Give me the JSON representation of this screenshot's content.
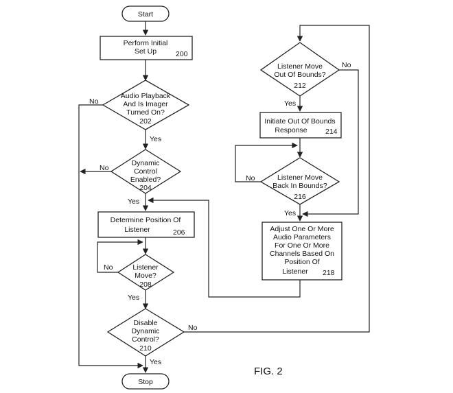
{
  "nodes": {
    "start": {
      "lines": [
        "Start"
      ]
    },
    "n200": {
      "lines": [
        "Perform Initial",
        "Set Up"
      ],
      "ref": "200"
    },
    "n202": {
      "lines": [
        "Audio Playback",
        "And Is Imager",
        "Turned On?"
      ],
      "ref": "202"
    },
    "n204": {
      "lines": [
        "Dynamic",
        "Control",
        "Enabled?"
      ],
      "ref": "204"
    },
    "n206": {
      "lines": [
        "Determine Position Of",
        "Listener"
      ],
      "ref": "206"
    },
    "n208": {
      "lines": [
        "Listener",
        "Move?"
      ],
      "ref": "208"
    },
    "n210": {
      "lines": [
        "Disable",
        "Dynamic",
        "Control?"
      ],
      "ref": "210"
    },
    "stop": {
      "lines": [
        "Stop"
      ]
    },
    "n212": {
      "lines": [
        "Listener Move",
        "Out Of Bounds?"
      ],
      "ref": "212"
    },
    "n214": {
      "lines": [
        "Initiate Out Of Bounds",
        "Response"
      ],
      "ref": "214"
    },
    "n216": {
      "lines": [
        "Listener Move",
        "Back In Bounds?"
      ],
      "ref": "216"
    },
    "n218": {
      "lines": [
        "Adjust One Or More",
        "Audio Parameters",
        "For One Or More",
        "Channels Based On",
        "Position Of",
        "Listener"
      ],
      "ref": "218"
    }
  },
  "edge_labels": {
    "yes": "Yes",
    "no": "No"
  },
  "figure_label": "FIG. 2"
}
